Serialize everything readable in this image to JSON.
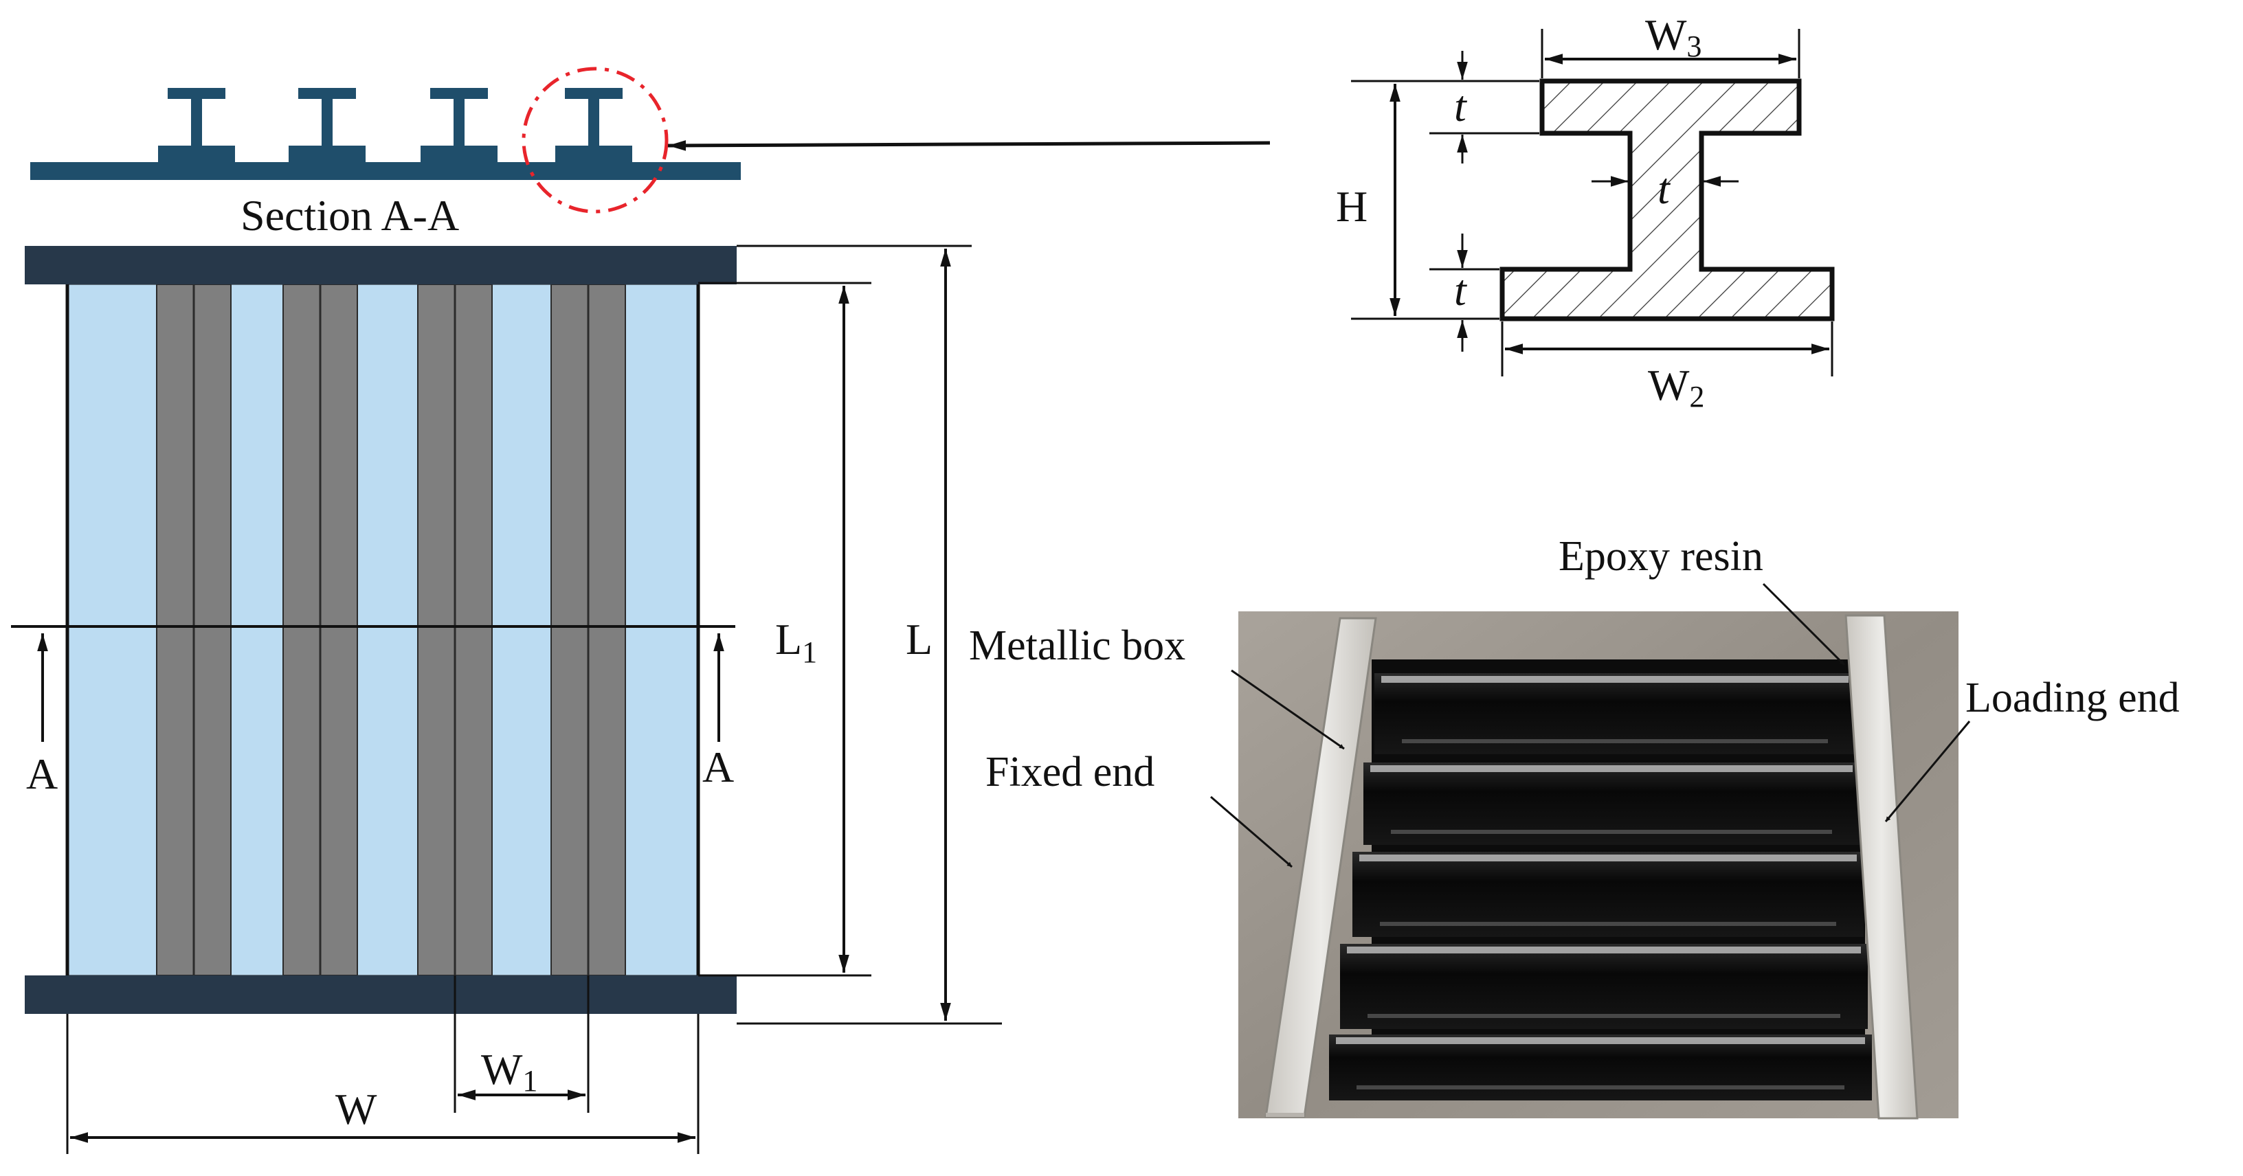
{
  "colors": {
    "panel_fill": "#bcdcf2",
    "stiffener_gray": "#7f7f7f",
    "end_plate_navy": "#27384a",
    "section_blue": "#1f4e6b",
    "highlight_red": "#e8242b",
    "hatch": "#333333",
    "photo_background": "#9a948c",
    "photo_metal": "#dcdad6",
    "photo_epoxy": "#0e0e0e"
  },
  "section": {
    "label": "Section A-A",
    "stiffener_count": 4
  },
  "panel": {
    "stiffener_count": 4,
    "dims": {
      "L1": {
        "main": "L",
        "sub": "1"
      },
      "L": "L",
      "W1": {
        "main": "W",
        "sub": "1"
      },
      "W": "W"
    },
    "cut_marker_left": "A",
    "cut_marker_right": "A"
  },
  "cross_section": {
    "W3": {
      "main": "W",
      "sub": "3"
    },
    "W2": {
      "main": "W",
      "sub": "2"
    },
    "H": "H",
    "t_top": "t",
    "t_web": "t",
    "t_bottom": "t"
  },
  "photo": {
    "labels": {
      "epoxy_resin": "Epoxy resin",
      "metallic_box": "Metallic box",
      "loading_end": "Loading end",
      "fixed_end": "Fixed end"
    }
  }
}
